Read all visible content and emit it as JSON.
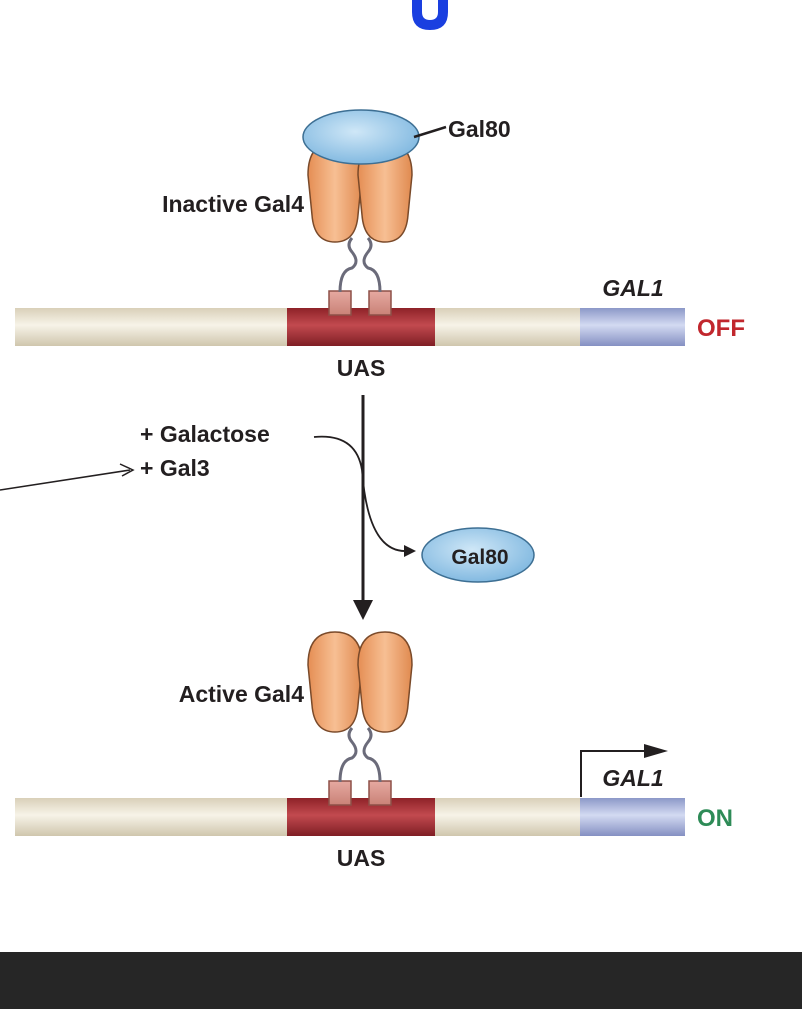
{
  "labels": {
    "gal80_top": "Gal80",
    "inactive_gal4": "Inactive Gal4",
    "gal1_top": "GAL1",
    "off": "OFF",
    "uas_top": "UAS",
    "plus_galactose": "+ Galactose",
    "plus_gal3": "+ Gal3",
    "gal80_released": "Gal80",
    "active_gal4": "Active Gal4",
    "gal1_bottom": "GAL1",
    "on": "ON",
    "uas_bottom": "UAS"
  },
  "colors": {
    "dna": "#ede7d6",
    "uas": "#a93338",
    "gal1_gene": "#a9b4dd",
    "gal4": "#f0a672",
    "gal80": "#8ec4e6",
    "off": "#c1272d",
    "on": "#2e8b57",
    "title": "#1a3fe0",
    "text": "#231f20",
    "bar": "#262626"
  }
}
